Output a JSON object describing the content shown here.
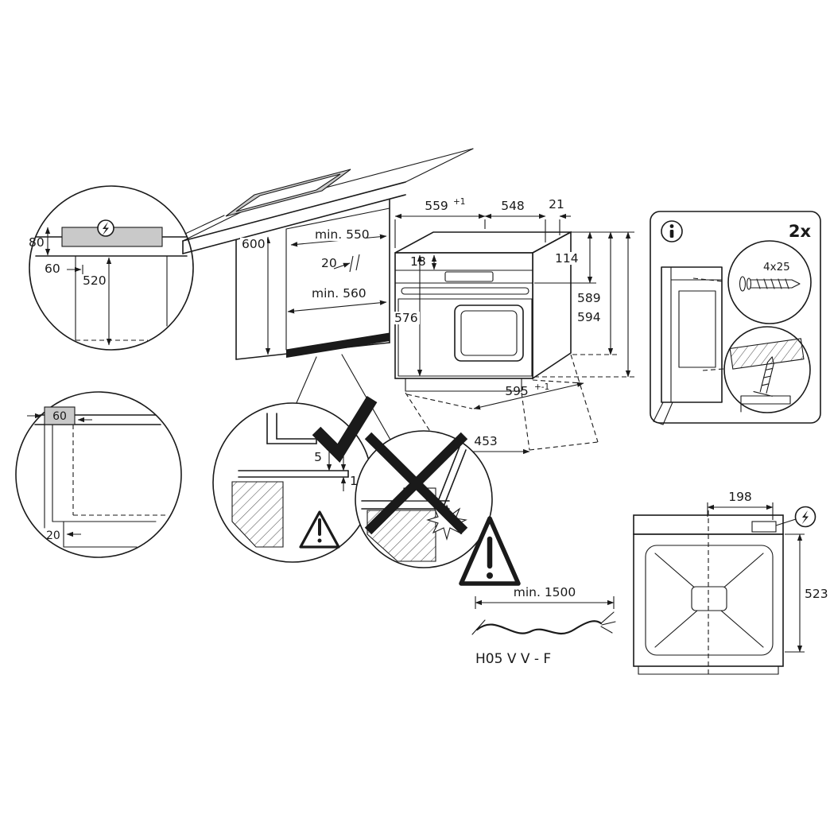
{
  "worktop_section": {
    "thickness": "80",
    "front_gap": "60",
    "depth": "520"
  },
  "cabinet": {
    "height": "600",
    "min_top_depth": "min. 550",
    "rear_gap": "20",
    "min_niche_width": "min. 560"
  },
  "oven": {
    "top_depth": "559",
    "top_depth_tol": "+1",
    "body_depth": "548",
    "door_offset": "21",
    "top_edge": "18",
    "panel_height": "114",
    "height_a": "589",
    "height_b": "594",
    "front_height": "576",
    "width": "595",
    "width_tol": "+-1",
    "base_depth": "453"
  },
  "hardware": {
    "quantity": "2x",
    "screw_size": "4x25"
  },
  "plinth_detail": {
    "side_gap": "60",
    "recess": "20"
  },
  "gap_detail": {
    "top_gap": "5",
    "front_gap": "1"
  },
  "cable": {
    "min_length": "min. 1500",
    "type": "H05 V V - F"
  },
  "rear_view": {
    "connection_offset": "198",
    "connection_height": "523"
  }
}
